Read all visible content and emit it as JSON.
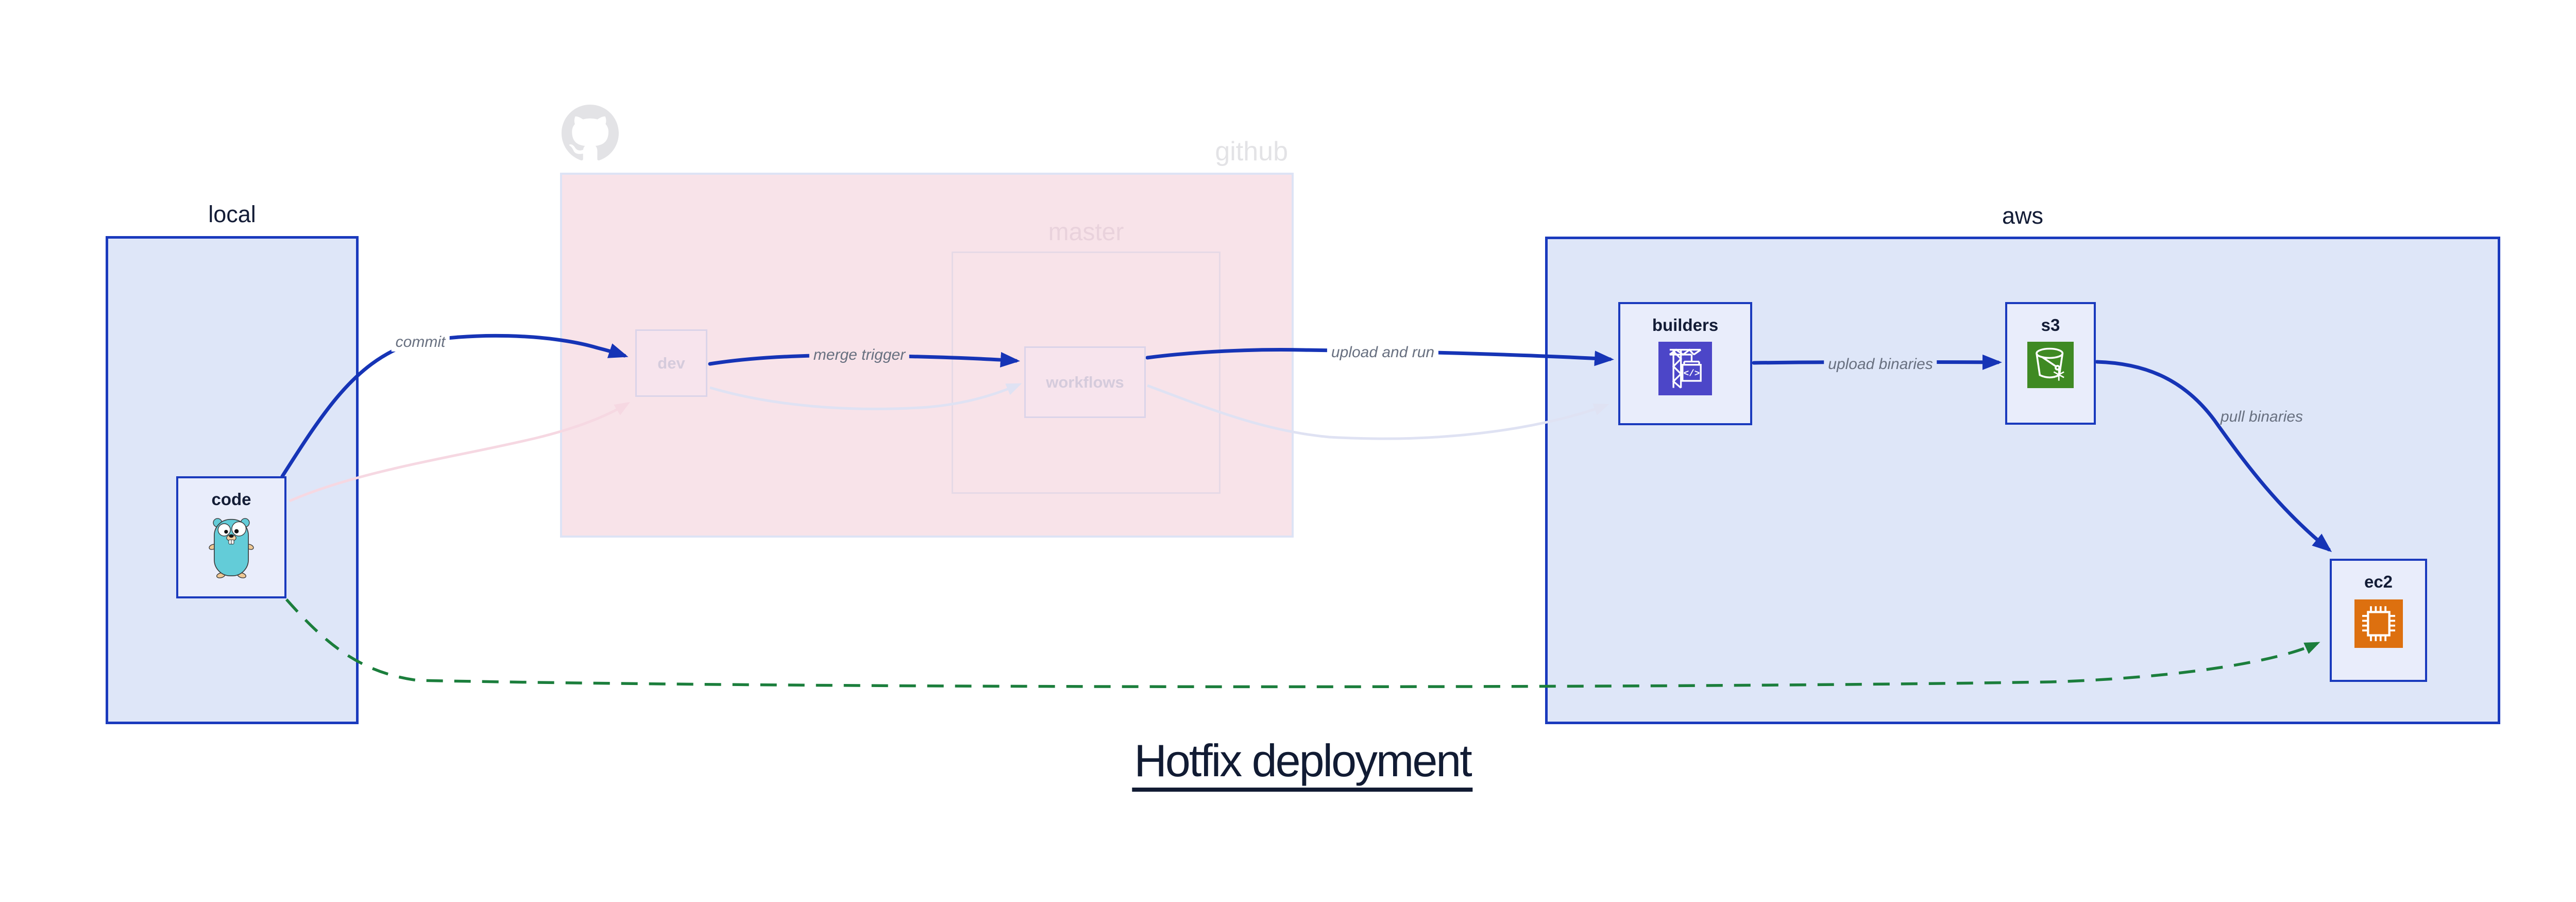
{
  "title": {
    "text": "Hotfix deployment"
  },
  "groups": {
    "local": {
      "label": "local"
    },
    "github": {
      "label": "github"
    },
    "master": {
      "label": "master"
    },
    "aws": {
      "label": "aws"
    }
  },
  "nodes": {
    "code": {
      "label": "code",
      "icon": "go-gopher-icon"
    },
    "dev": {
      "label": "dev"
    },
    "workflows": {
      "label": "workflows"
    },
    "builders": {
      "label": "builders",
      "icon": "codebuild-crane-icon",
      "icon_glyph": "</>"
    },
    "s3": {
      "label": "s3",
      "icon": "s3-glacier-bucket-icon"
    },
    "ec2": {
      "label": "ec2",
      "icon": "ec2-chip-icon"
    }
  },
  "edges": {
    "commit": {
      "label": "commit",
      "from": "code",
      "to": "dev",
      "style": "solid-blue"
    },
    "merge_trigger": {
      "label": "merge trigger",
      "from": "dev",
      "to": "workflows",
      "style": "solid-blue"
    },
    "upload_and_run": {
      "label": "upload and run",
      "from": "workflows",
      "to": "builders",
      "style": "solid-blue"
    },
    "upload_binaries": {
      "label": "upload binaries",
      "from": "builders",
      "to": "s3",
      "style": "solid-blue"
    },
    "pull_binaries": {
      "label": "pull binaries",
      "from": "s3",
      "to": "ec2",
      "style": "solid-blue"
    },
    "hotfix_path": {
      "label": "",
      "from": "code",
      "to": "ec2",
      "style": "dashed-green"
    },
    "faded_code_dev": {
      "label": "",
      "from": "code",
      "to": "dev",
      "style": "faded-pink"
    },
    "faded_dev_workflows": {
      "label": "",
      "from": "dev",
      "to": "workflows",
      "style": "faded-lavender"
    },
    "faded_workflows_builders": {
      "label": "",
      "from": "workflows",
      "to": "builders",
      "style": "faded-lavender"
    }
  },
  "colors": {
    "arrow_blue": "#1634b6",
    "border_blue": "#1a3abd",
    "group_blue_fill": "#dee6f8",
    "node_fill": "#e9edfb",
    "github_pink_fill": "#f8e3e9",
    "faded_lavender": "#dfe2f3",
    "faded_pink": "#f6d8e2",
    "green_dashed": "#1b7e3c",
    "edge_label_gray": "#687080",
    "dark_navy_text": "#131c36",
    "faded_text": "#d5cbdc",
    "github_gray": "#e3e3e6",
    "builders_icon_bg": "#4c46c8",
    "s3_icon_bg": "#3f8a23",
    "ec2_icon_bg": "#dd700f",
    "gopher_teal": "#63ccd8"
  }
}
